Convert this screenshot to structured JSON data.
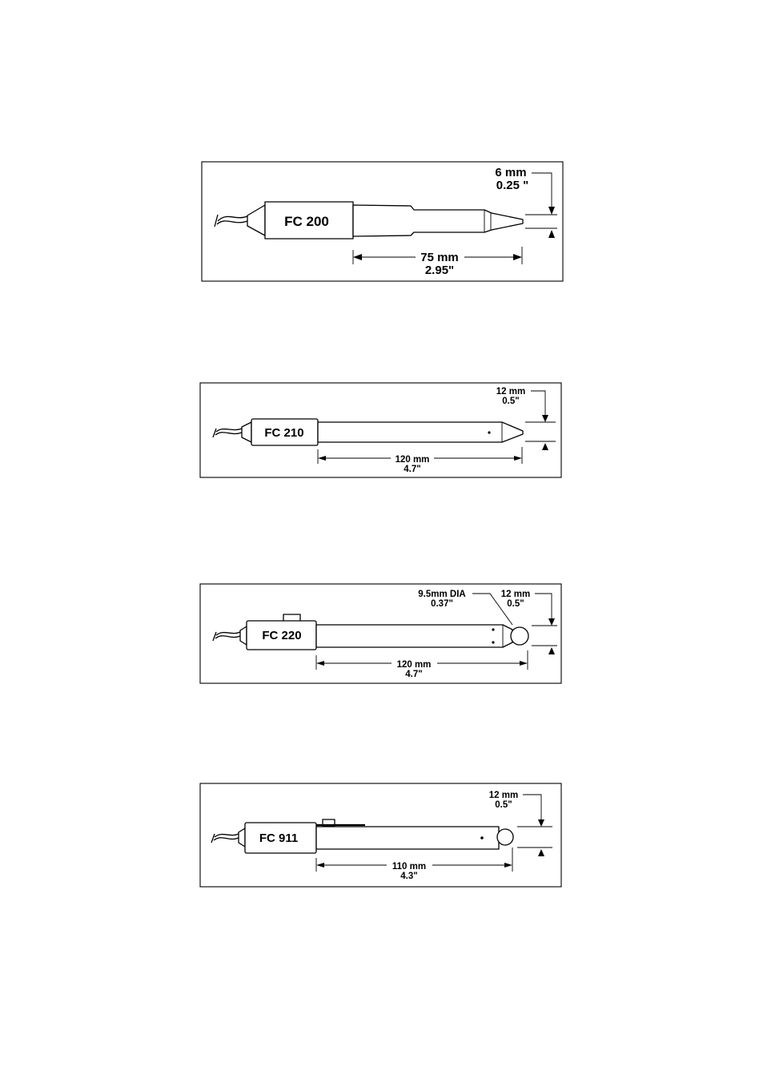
{
  "probes": [
    {
      "model": "FC 200",
      "length_mm": "75 mm",
      "length_in": "2.95\"",
      "tip_mm": "6 mm",
      "tip_in": "0.25 \""
    },
    {
      "model": "FC 210",
      "length_mm": "120 mm",
      "length_in": "4.7\"",
      "tip_mm": "12 mm",
      "tip_in": "0.5\""
    },
    {
      "model": "FC 220",
      "length_mm": "120 mm",
      "length_in": "4.7\"",
      "tip_mm": "12 mm",
      "tip_in": "0.5\"",
      "dia_mm": "9.5mm DIA",
      "dia_in": "0.37\""
    },
    {
      "model": "FC 911",
      "length_mm": "110 mm",
      "length_in": "4.3\"",
      "tip_mm": "12 mm",
      "tip_in": "0.5\""
    }
  ]
}
